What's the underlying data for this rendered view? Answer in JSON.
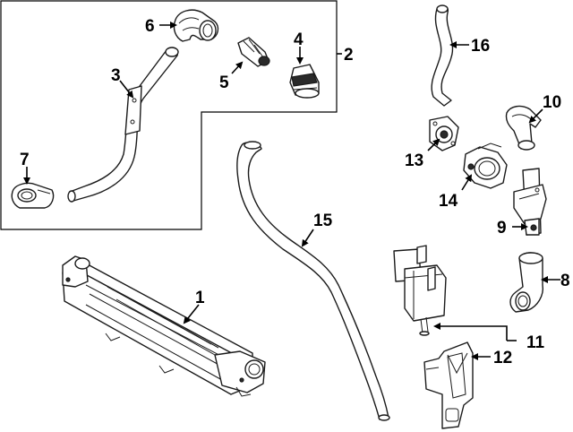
{
  "callouts": {
    "c1": "1",
    "c2": "2",
    "c3": "3",
    "c4": "4",
    "c5": "5",
    "c6": "6",
    "c7": "7",
    "c8": "8",
    "c9": "9",
    "c10": "10",
    "c11": "11",
    "c12": "12",
    "c13": "13",
    "c14": "14",
    "c15": "15",
    "c16": "16"
  },
  "colors": {
    "line": "#1a1a1a",
    "background": "#ffffff",
    "text": "#000000"
  }
}
